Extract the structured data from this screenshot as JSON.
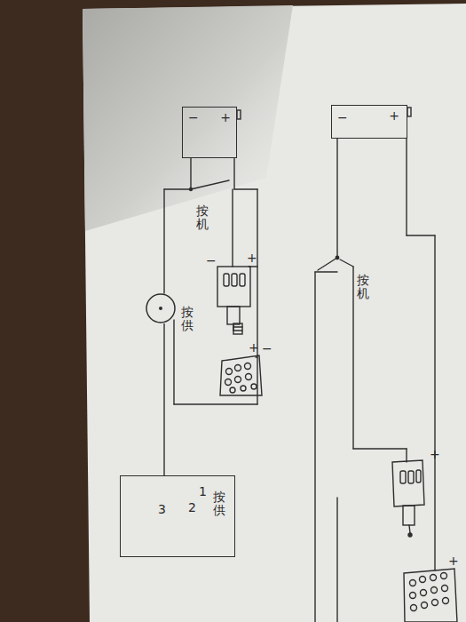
{
  "diagram": {
    "nodes": [
      {
        "text": [
          "−",
          "+"
        ]
      },
      {
        "text": [
          "按供"
        ]
      },
      {
        "text": [
          "1",
          "2",
          "3",
          "按供"
        ]
      },
      {
        "text": [
          "−",
          "+"
        ]
      }
    ],
    "edges": [
      {
        "from": 1,
        "to": 2,
        "arrow": "none"
      }
    ],
    "labels": [
      "按机",
      "−",
      "+",
      "+",
      "−",
      "按机",
      "+",
      "+"
    ]
  }
}
